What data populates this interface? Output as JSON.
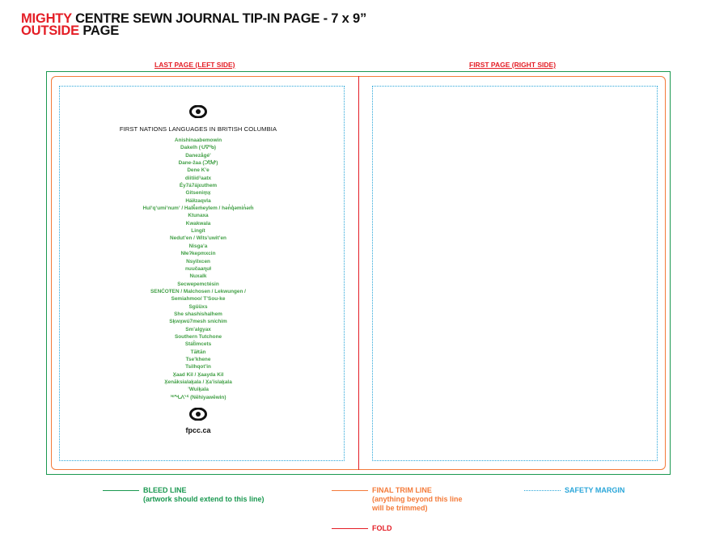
{
  "title": {
    "line1_red": "MIGHTY",
    "line1_black": "CENTRE SEWN JOURNAL TIP-IN PAGE - 7 x 9”",
    "line2_red": "OUTSIDE",
    "line2_black": "PAGE"
  },
  "labels": {
    "left_page": "LAST PAGE (LEFT SIDE)",
    "right_page": "FIRST PAGE (RIGHT SIDE)"
  },
  "page": {
    "heading": "FIRST NATIONS LANGUAGES IN BRITISH COLUMBIA",
    "languages": [
      "Anishinaabemowin",
      "Dakelh (ᑗᐁᖃ)",
      "Danezågé’",
      "Dane-žaa (ᑐᕰᕷ)",
      "Dene K’e",
      "diitiidˀaatx",
      "Éy7á7ájɛuthem",
      "Gitsenim̱x̱",
      "Háiłzaqvla",
      "Hulʼqʼumiʼnumʼ / Halǩ̓eḿeylem / hən̓q̓əmin̓əm̓",
      "Ktunaxa",
      "Kwakwala",
      "Lingít",
      "Nedut’en / Wits’uwit’en",
      "Nisga’a",
      "Nłeʔkepmxcin",
      "Nsyilxcen",
      "nuučaaɳuł",
      "Nuxalk",
      "Secwepemctésin",
      "SENĆOŦEN / Malchosen / Lekwungen /",
      "Semiahmoo/ T’Sou-ke",
      "Sgüüxs",
      "She shashishalhem",
      "Sḵwx̱wú7mesh sníchim",
      "Sm’algyax",
      "Southern Tutchone",
      "Stát̓imcets",
      "Tāłtān",
      "Tse’khene",
      "Tsilhqot’in",
      "X̱aad Kil / X̱aayda Kil",
      "X̱enāksialaḵala / X̱a’islaḵala",
      "’Wuiḵala",
      "ᐣᐦᖓᐱᐠᕐ (Nēhiyawēwin)"
    ],
    "website": "fpcc.ca"
  },
  "legend": {
    "bleed_title": "BLEED LINE",
    "bleed_note": "(artwork should extend to this line)",
    "trim_title": "FINAL TRIM LINE",
    "trim_note_1": "(anything beyond this line",
    "trim_note_2": "will be trimmed)",
    "safety_title": "SAFETY MARGIN",
    "fold_title": "FOLD"
  },
  "colors": {
    "accent_red": "#e41e26",
    "bleed_green": "#1a9850",
    "trim_orange": "#f47b3a",
    "safety_blue": "#2aa6d9",
    "language_green": "#43a047"
  }
}
